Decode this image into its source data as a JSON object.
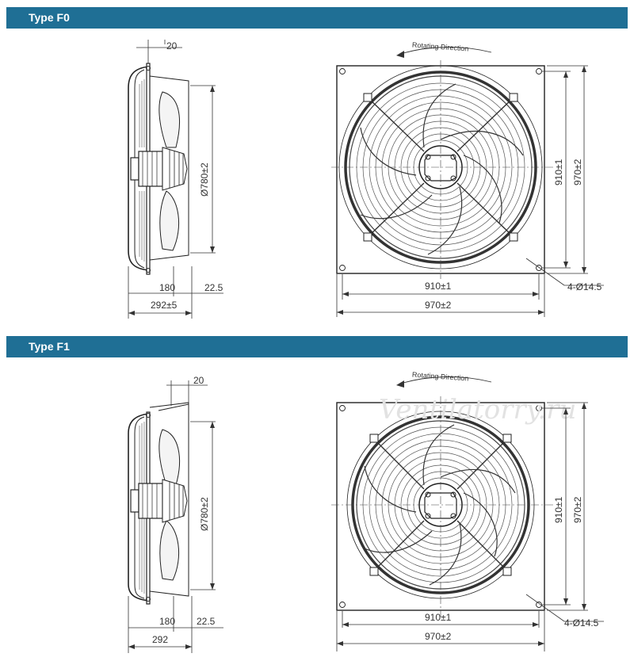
{
  "sections": [
    {
      "title": "Type F0",
      "labels": {
        "dim_flange": "20",
        "dim_dia": "Ø780±2",
        "dim_depth_a": "180",
        "dim_depth_b": "22.5",
        "dim_total": "292±5",
        "rotating": "Rotating Direction",
        "dim_hole_h": "910±1",
        "dim_plate_h": "970±2",
        "dim_hole_v": "910±1",
        "dim_plate_v": "970±2",
        "holes": "4-Ø14.5"
      }
    },
    {
      "title": "Type F1",
      "labels": {
        "dim_flange": "20",
        "dim_dia": "Ø780±2",
        "dim_depth_a": "180",
        "dim_depth_b": "22.5",
        "dim_total": "292",
        "rotating": "Rotating Direction",
        "dim_hole_h": "910±1",
        "dim_plate_h": "970±2",
        "dim_hole_v": "910±1",
        "dim_plate_v": "970±2",
        "holes": "4-Ø14.5"
      }
    }
  ],
  "watermark": "Ventilatorry.ru",
  "colors": {
    "header": "#1f6f95",
    "line": "#222222",
    "dim": "#333333"
  }
}
